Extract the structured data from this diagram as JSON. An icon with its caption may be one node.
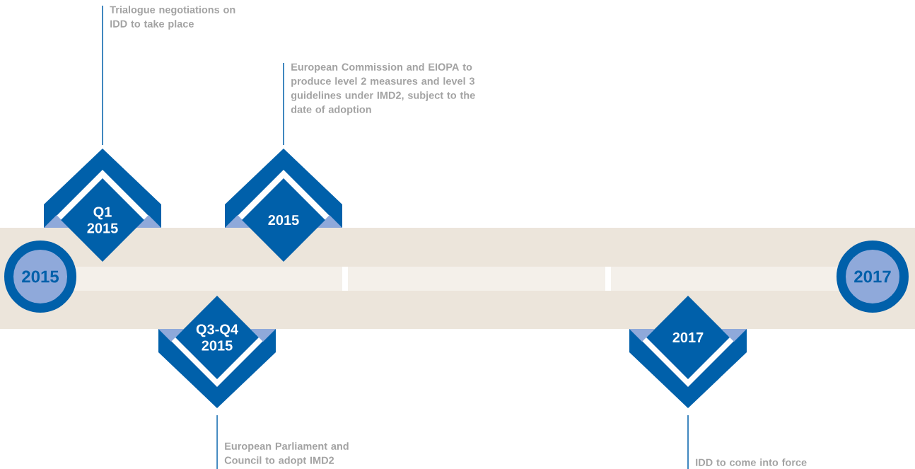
{
  "diagram": {
    "nodes": [
      {
        "text": [
          "Trialogue negotiations on IDD to take place"
        ]
      },
      {
        "text": [
          "European Commission and EIOPA to produce level 2 measures and level 3 guidelines under IMD2, subject to the date of adoption"
        ]
      },
      {
        "text": [
          "2015"
        ]
      },
      {
        "text": [
          "Q1 2015"
        ]
      },
      {
        "text": [
          "2015"
        ]
      },
      {
        "text": [
          "Q3-Q4 2015"
        ]
      },
      {
        "text": [
          "2017"
        ]
      },
      {
        "text": [
          "2017"
        ]
      },
      {
        "text": [
          "European Parliament and Council to adopt IMD2"
        ]
      },
      {
        "text": [
          "IDD to come into force"
        ]
      }
    ],
    "edges": [
      {
        "from": 0,
        "to": 3,
        "arrow": "none"
      },
      {
        "from": 1,
        "to": 4,
        "arrow": "none"
      },
      {
        "from": 8,
        "to": 5,
        "arrow": "none"
      },
      {
        "from": 9,
        "to": 7,
        "arrow": "none"
      }
    ]
  }
}
